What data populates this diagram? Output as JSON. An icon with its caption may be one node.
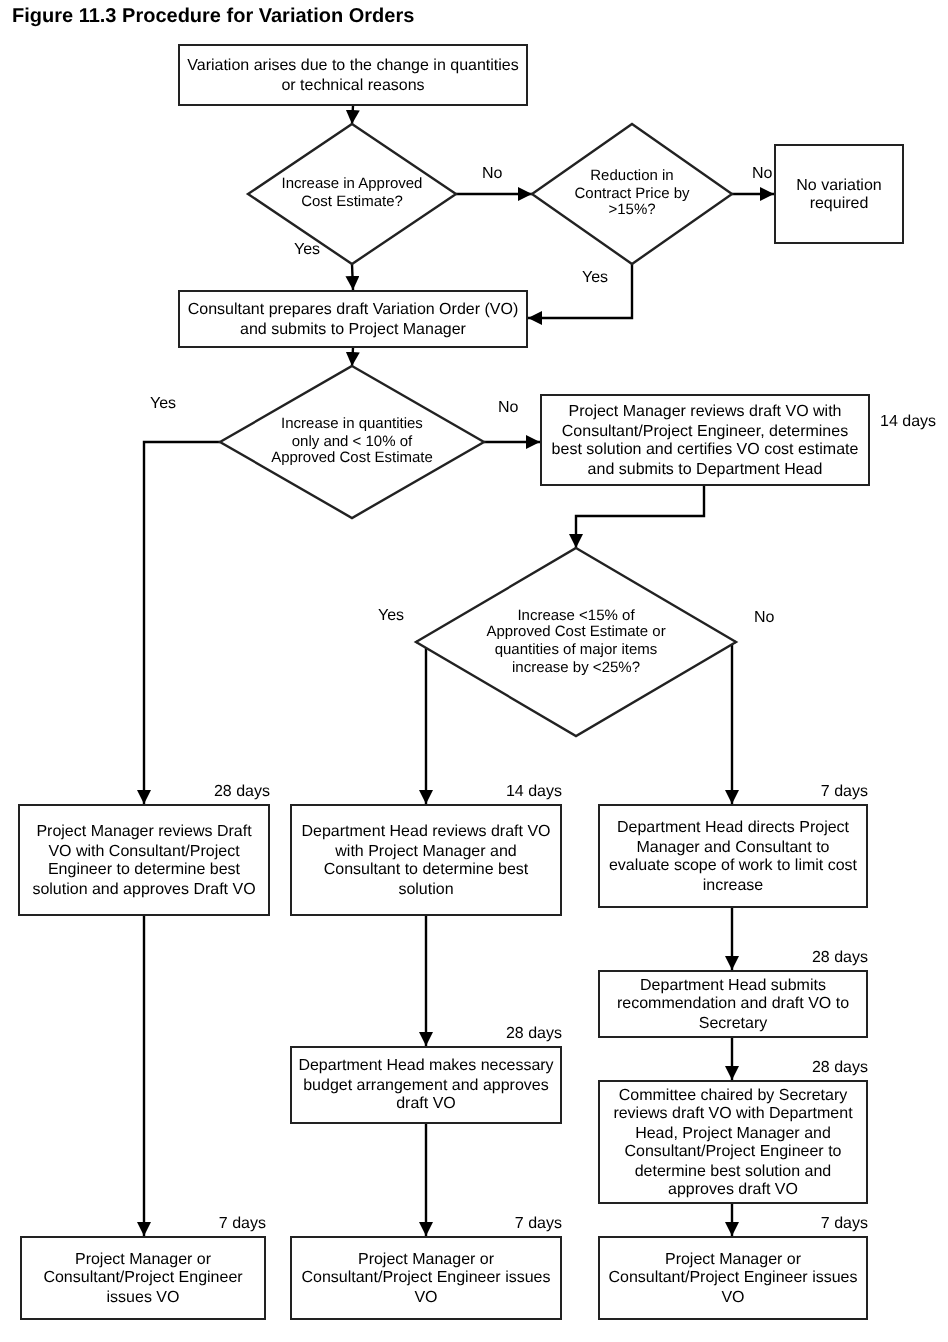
{
  "diagram": {
    "title": "Figure 11.3 Procedure for Variation Orders",
    "nodes": [
      {
        "text": [
          "Variation arises due to the change in quantities or technical reasons"
        ]
      },
      {
        "text": [
          "Increase in Approved Cost Estimate?"
        ]
      },
      {
        "text": [
          "Reduction in Contract Price by >15%?"
        ]
      },
      {
        "text": [
          "No variation required"
        ]
      },
      {
        "text": [
          "Consultant prepares draft Variation Order (VO) and submits to Project Manager"
        ]
      },
      {
        "text": [
          "Increase in quantities only and < 10% of Approved Cost Estimate"
        ]
      },
      {
        "text": [
          "Project Manager reviews draft VO with Consultant/Project Engineer, determines best solution and certifies VO cost estimate and submits to Department Head"
        ],
        "beside": [
          "14 days"
        ]
      },
      {
        "text": [
          "Increase <15% of Approved Cost Estimate or quantities of major items increase by <25%?"
        ]
      },
      {
        "text": [
          "Project Manager reviews Draft VO with Consultant/Project Engineer to determine best solution and approves Draft VO"
        ],
        "beside": [
          "28 days"
        ]
      },
      {
        "text": [
          "Department Head reviews draft VO with Project Manager and Consultant to determine best solution"
        ],
        "beside": [
          "14 days"
        ]
      },
      {
        "text": [
          "Department Head directs Project Manager and Consultant to evaluate scope of work to limit cost increase"
        ],
        "beside": [
          "7 days"
        ]
      },
      {
        "text": [
          "Department Head submits recommendation and draft VO to Secretary"
        ],
        "beside": [
          "28 days"
        ]
      },
      {
        "text": [
          "Committee chaired by Secretary reviews draft VO with Department Head, Project Manager and Consultant/Project Engineer to determine best solution and approves draft VO"
        ],
        "beside": [
          "28 days"
        ]
      },
      {
        "text": [
          "Department Head makes necessary budget arrangement and approves draft VO"
        ],
        "beside": [
          "28 days"
        ]
      },
      {
        "text": [
          "Project Manager or Consultant/Project Engineer issues VO"
        ],
        "beside": [
          "7 days"
        ]
      },
      {
        "text": [
          "Project Manager or Consultant/Project Engineer issues VO"
        ],
        "beside": [
          "7 days"
        ]
      },
      {
        "text": [
          "Project Manager or Consultant/Project Engineer issues VO"
        ],
        "beside": [
          "7 days"
        ]
      }
    ],
    "edges": [
      {
        "from": 0,
        "to": 1,
        "arrow": "to"
      },
      {
        "from": 1,
        "to": 2,
        "arrow": "to",
        "label": "No"
      },
      {
        "from": 2,
        "to": 3,
        "arrow": "to",
        "label": "No"
      },
      {
        "from": 1,
        "to": 4,
        "arrow": "to",
        "label": "Yes"
      },
      {
        "from": 2,
        "to": 4,
        "arrow": "to",
        "label": "Yes"
      },
      {
        "from": 4,
        "to": 5,
        "arrow": "to"
      },
      {
        "from": 5,
        "to": 8,
        "arrow": "to",
        "label": "Yes"
      },
      {
        "from": 5,
        "to": 6,
        "arrow": "to",
        "label": "No"
      },
      {
        "from": 6,
        "to": 7,
        "arrow": "to"
      },
      {
        "from": 7,
        "to": 9,
        "arrow": "to",
        "label": "Yes"
      },
      {
        "from": 7,
        "to": 10,
        "arrow": "to",
        "label": "No"
      },
      {
        "from": 8,
        "to": 14,
        "arrow": "to"
      },
      {
        "from": 9,
        "to": 13,
        "arrow": "to"
      },
      {
        "from": 13,
        "to": 15,
        "arrow": "to"
      },
      {
        "from": 10,
        "to": 11,
        "arrow": "to"
      },
      {
        "from": 11,
        "to": 12,
        "arrow": "to"
      },
      {
        "from": 12,
        "to": 16,
        "arrow": "to"
      }
    ]
  }
}
